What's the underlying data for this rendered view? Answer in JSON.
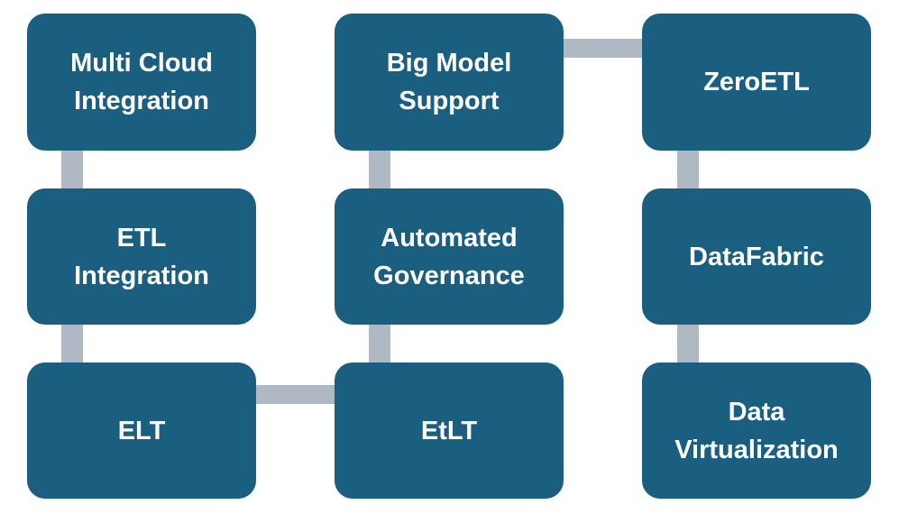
{
  "diagram": {
    "type": "flow-grid",
    "description": "Nine rounded rectangle nodes in a 3x3 grid connected in a serpentine flow by thick light gray links",
    "colors": {
      "node_fill": "#1A5E80",
      "node_text": "#FFFFFF",
      "connector": "#AEB9C4",
      "background": "#FFFFFF"
    },
    "nodes": [
      {
        "id": "multi-cloud-integration",
        "label": "Multi Cloud\nIntegration",
        "row": 1,
        "col": 1
      },
      {
        "id": "big-model-support",
        "label": "Big Model\nSupport",
        "row": 1,
        "col": 2
      },
      {
        "id": "zeroetl",
        "label": "ZeroETL",
        "row": 1,
        "col": 3
      },
      {
        "id": "etl-integration",
        "label": "ETL\nIntegration",
        "row": 2,
        "col": 1
      },
      {
        "id": "automated-governance",
        "label": "Automated\nGovernance",
        "row": 2,
        "col": 2
      },
      {
        "id": "datafabric",
        "label": "DataFabric",
        "row": 2,
        "col": 3
      },
      {
        "id": "elt",
        "label": "ELT",
        "row": 3,
        "col": 1
      },
      {
        "id": "etlt",
        "label": "EtLT",
        "row": 3,
        "col": 2
      },
      {
        "id": "data-virtualization",
        "label": "Data\nVirtualization",
        "row": 3,
        "col": 3
      }
    ],
    "edges": [
      {
        "between": [
          "multi-cloud-integration",
          "etl-integration"
        ],
        "orientation": "vertical"
      },
      {
        "between": [
          "etl-integration",
          "elt"
        ],
        "orientation": "vertical"
      },
      {
        "between": [
          "elt",
          "etlt"
        ],
        "orientation": "horizontal"
      },
      {
        "between": [
          "etlt",
          "automated-governance"
        ],
        "orientation": "vertical"
      },
      {
        "between": [
          "automated-governance",
          "big-model-support"
        ],
        "orientation": "vertical"
      },
      {
        "between": [
          "big-model-support",
          "zeroetl"
        ],
        "orientation": "horizontal"
      },
      {
        "between": [
          "zeroetl",
          "datafabric"
        ],
        "orientation": "vertical"
      },
      {
        "between": [
          "datafabric",
          "data-virtualization"
        ],
        "orientation": "vertical"
      }
    ]
  }
}
